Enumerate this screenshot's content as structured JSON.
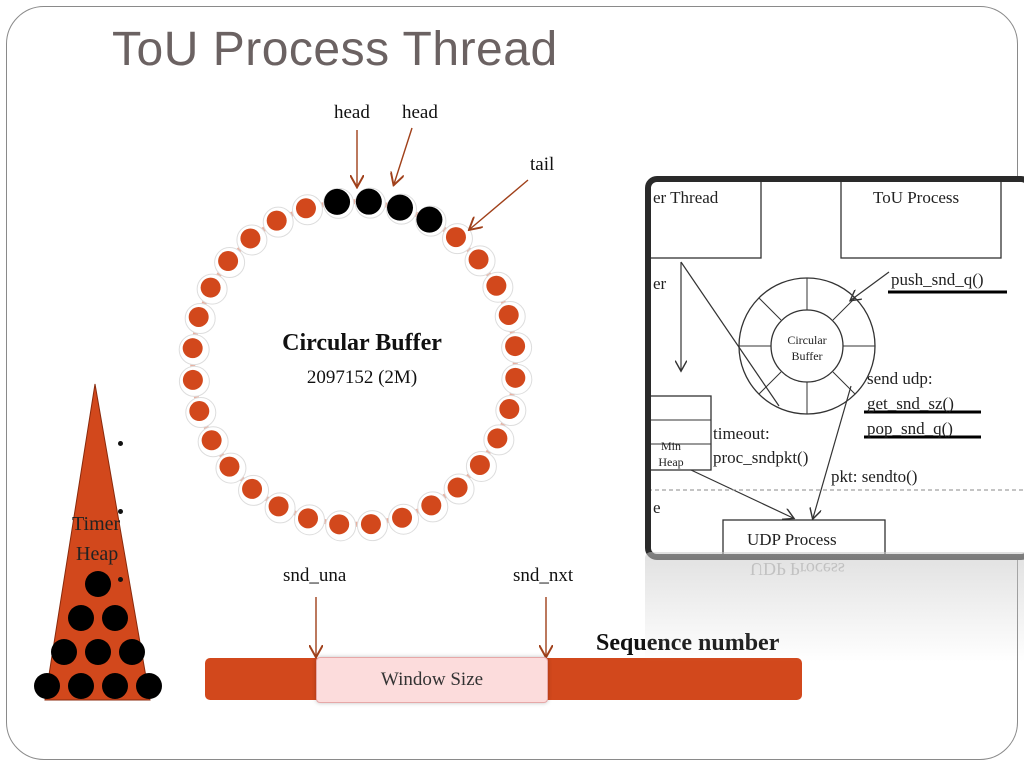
{
  "title": "ToU Process Thread",
  "circular_buffer": {
    "title": "Circular Buffer",
    "size": "2097152 (2M)",
    "head_label_1": "head",
    "head_label_2": "head",
    "tail_label": "tail"
  },
  "timer_heap": {
    "label_line1": "Timer",
    "label_line2": "Heap"
  },
  "sequence": {
    "snd_una": "snd_una",
    "snd_nxt": "snd_nxt",
    "title": "Sequence number",
    "window": "Window Size"
  },
  "inset": {
    "timer_thread": "er Thread",
    "tou_process": "ToU Process",
    "push": "push_snd_q()",
    "timer_fragment": "er",
    "circular_buffer_line1": "Circular",
    "circular_buffer_line2": "Buffer",
    "send_udp": "send udp:",
    "get_snd_sz": "get_snd_sz()",
    "pop_snd_q": "pop_snd_q()",
    "timeout": "timeout:",
    "proc_sndpkt": "proc_sndpkt()",
    "min_heap_line1": "Min",
    "min_heap_line2": "Heap",
    "pkt_sendto": "pkt: sendto()",
    "udp_process": "UDP Process",
    "fragment_e": "e",
    "reflection": "UDP Process"
  },
  "colors": {
    "accent": "#d2481c",
    "filled_slot": "#000000",
    "window": "#fcdcdc",
    "title": "#6b6262"
  }
}
